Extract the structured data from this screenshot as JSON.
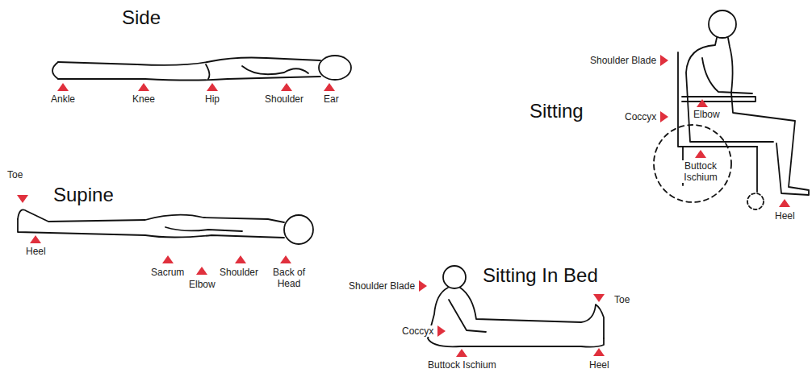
{
  "diagram": {
    "labels": [
      "Side",
      "Ankle",
      "Knee",
      "Hip",
      "Shoulder",
      "Ear",
      "Shoulder Blade",
      "Sitting",
      "Coccyx",
      "Elbow",
      "Buttock Ischium",
      "Heel",
      "Toe",
      "Supine",
      "Heel",
      "Sacrum",
      "Elbow",
      "Shoulder",
      "Back of Head",
      "Shoulder Blade",
      "Sitting In Bed",
      "Coccyx",
      "Toe",
      "Buttock Ischium",
      "Heel"
    ]
  }
}
